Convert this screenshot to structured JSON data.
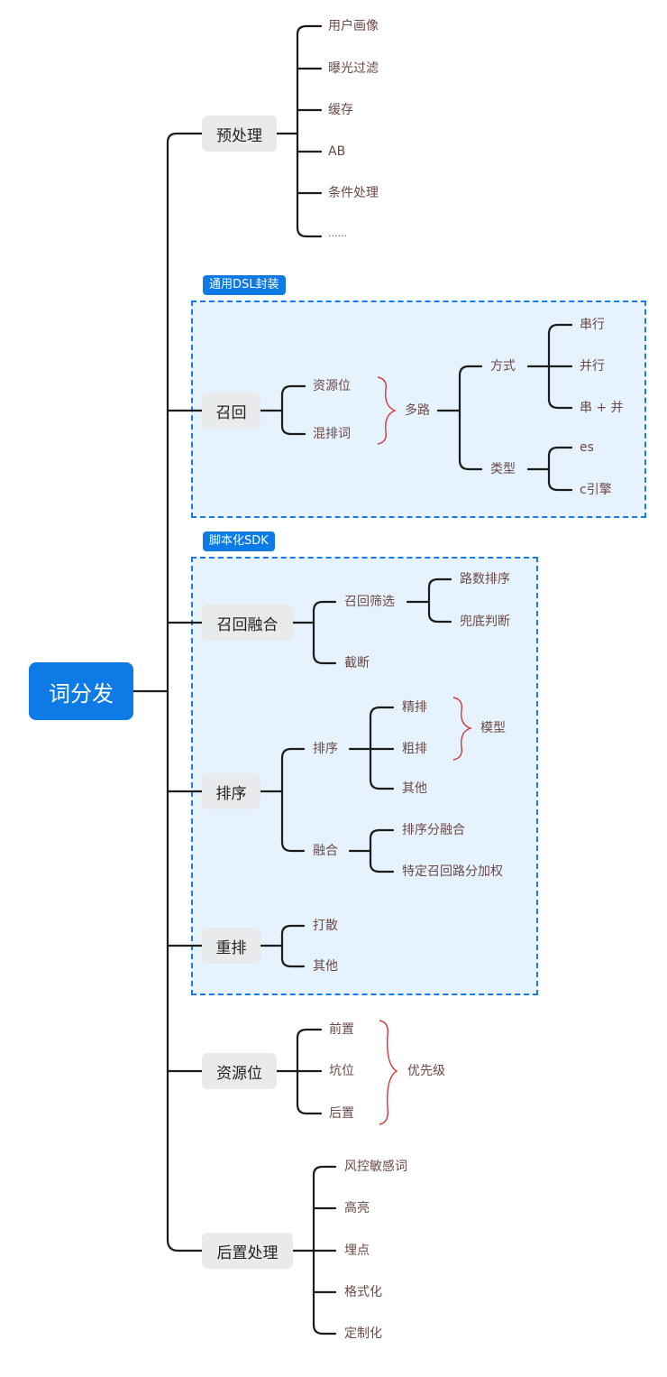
{
  "root": {
    "label": "词分发"
  },
  "boundaries": [
    {
      "label": "通用DSL封装"
    },
    {
      "label": "脚本化SDK"
    }
  ],
  "branches": {
    "preprocess": {
      "label": "预处理",
      "children": [
        "用户画像",
        "曝光过滤",
        "缓存",
        "AB",
        "条件处理",
        "......"
      ]
    },
    "recall": {
      "label": "召回",
      "children": [
        "资源位",
        "混排词"
      ],
      "summary": "多路",
      "summary_children": [
        {
          "label": "方式",
          "children": [
            "串行",
            "并行",
            "串 + 并"
          ]
        },
        {
          "label": "类型",
          "children": [
            "es",
            "c引擎"
          ]
        }
      ]
    },
    "recall_fusion": {
      "label": "召回融合",
      "children": [
        {
          "label": "召回筛选",
          "children": [
            "路数排序",
            "兜底判断"
          ]
        },
        {
          "label": "截断"
        }
      ]
    },
    "ranking": {
      "label": "排序",
      "children": [
        {
          "label": "排序",
          "children": [
            "精排",
            "粗排",
            "其他"
          ],
          "summary": "模型"
        },
        {
          "label": "融合",
          "children": [
            "排序分融合",
            "特定召回路分加权"
          ]
        }
      ]
    },
    "rerank": {
      "label": "重排",
      "children": [
        "打散",
        "其他"
      ]
    },
    "slot": {
      "label": "资源位",
      "children": [
        "前置",
        "坑位",
        "后置"
      ],
      "summary": "优先级"
    },
    "postprocess": {
      "label": "后置处理",
      "children": [
        "风控敏感词",
        "高亮",
        "埋点",
        "格式化",
        "定制化"
      ]
    }
  },
  "colors": {
    "root_bg": "#0d7ae6",
    "main_bg": "#e8eaec",
    "leaf_text": "#6b4a48",
    "boundary": "#1a7be6",
    "summary_brace": "#d0393b"
  }
}
